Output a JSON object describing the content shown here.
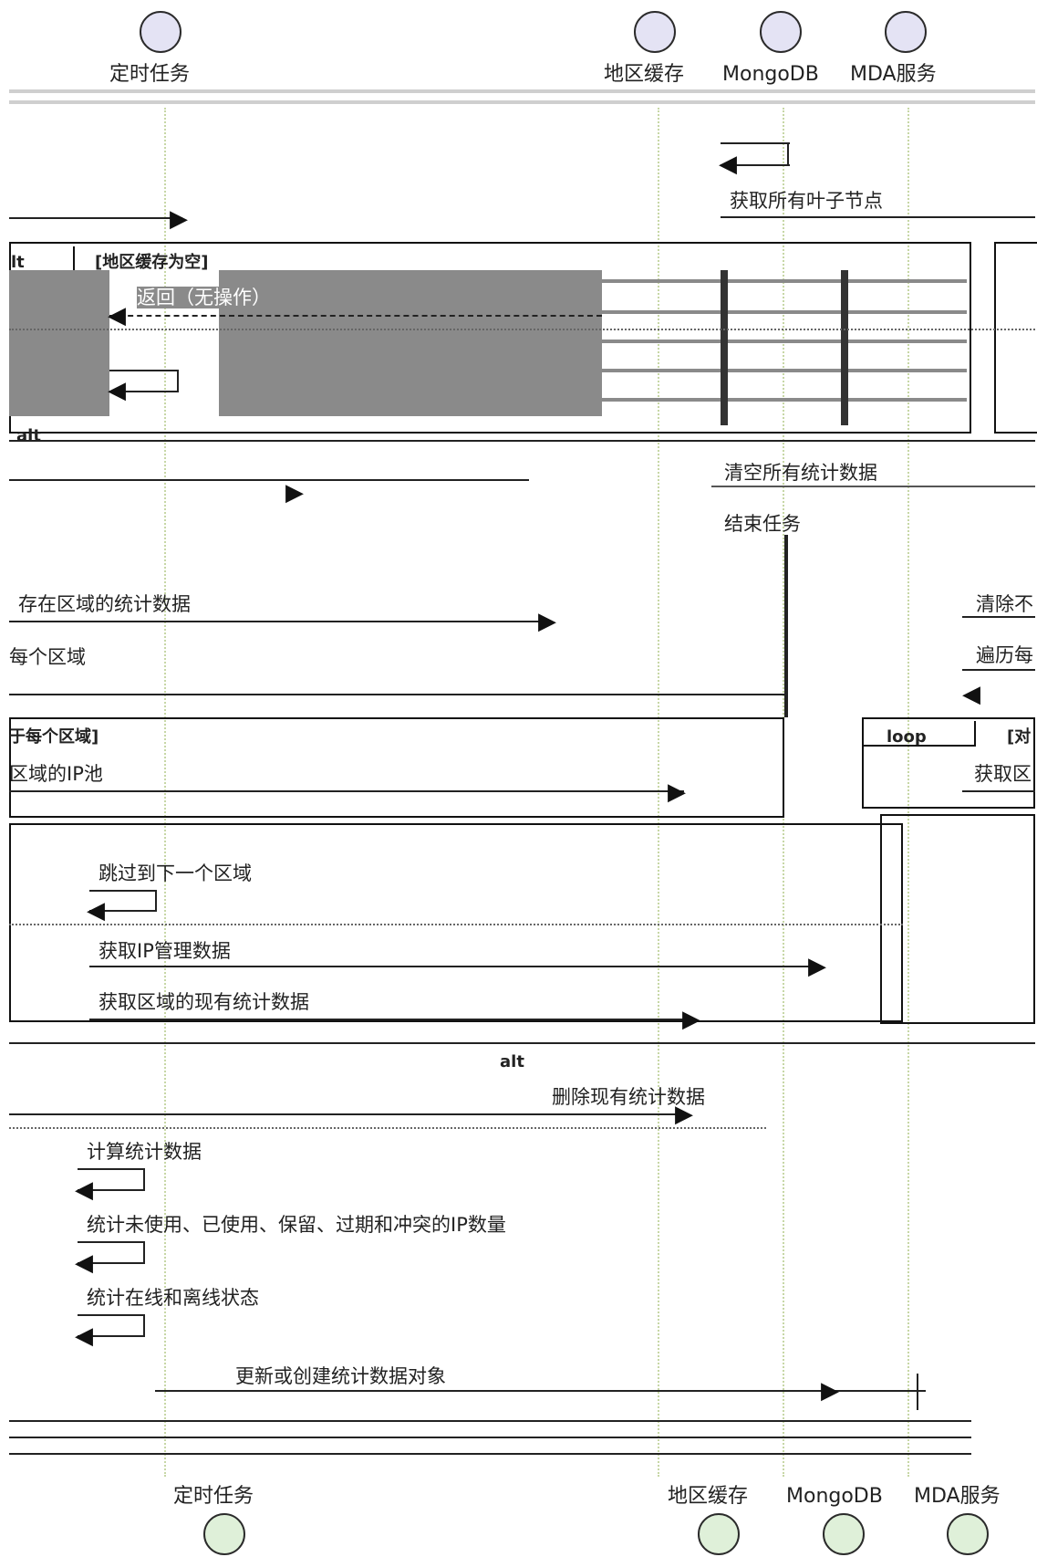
{
  "participants": [
    {
      "name": "定时任务"
    },
    {
      "name": "地区缓存"
    },
    {
      "name": "MongoDB"
    },
    {
      "name": "MDA服务"
    }
  ],
  "frames": {
    "alt1_label": "lt",
    "alt1_guard": "[地区缓存为空]",
    "alt2_label": "alt",
    "loop_label": "loop",
    "loop_guard_right": "[对",
    "loop_guard_left": "于每个区域]",
    "alt3_label": "alt"
  },
  "messages": {
    "m_get_leaves": "获取所有叶子节点",
    "m_return_noop": "返回（无操作）",
    "m_clear_all": "清空所有统计数据",
    "m_end_task": "结束任务",
    "m_clear_absent": "存在区域的统计数据",
    "m_clear_absent_right": "清除不",
    "m_each_region": "每个区域",
    "m_each_region_right": "遍历每",
    "m_get_pool": "区域的IP池",
    "m_get_pool_right": "获取区",
    "m_skip_next": "跳过到下一个区域",
    "m_get_ip_mgmt": "获取IP管理数据",
    "m_get_stats": "获取区域的现有统计数据",
    "m_delete_stats": "删除现有统计数据",
    "m_calc_stats": "计算统计数据",
    "m_count_ips": "统计未使用、已使用、保留、过期和冲突的IP数量",
    "m_count_online": "统计在线和离线状态",
    "m_update_stats": "更新或创建统计数据对象"
  }
}
